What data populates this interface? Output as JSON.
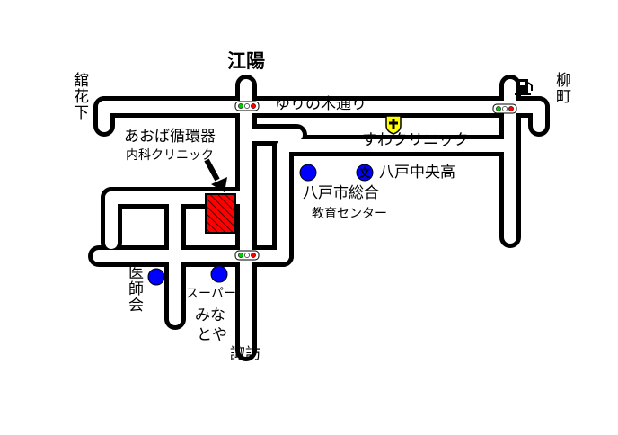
{
  "map": {
    "colors": {
      "road_edge": "#000000",
      "road_fill": "#ffffff",
      "target": "#ff0000",
      "landmark": "#0000ff",
      "clinic_mark": "#ffff00",
      "signal_red": "#ff0000",
      "signal_green": "#00cc00"
    },
    "labels": {
      "north": "江陽",
      "top_left": "舘花下",
      "top_right": "柳町",
      "street": "ゆりの木通り",
      "suwa_clinic": "すわクリニック",
      "target_line1": "あおば循環器",
      "target_line2": "内科クリニック",
      "school": "八戸中央高",
      "center_line1": "八戸市総合",
      "center_line2": "教育センター",
      "medical_assoc": "医師会",
      "super_line1": "スーパー",
      "super_line2": "みな",
      "super_line3": "とや",
      "south": "諏訪"
    },
    "icons": {
      "gas_station": "gas-station-icon",
      "clinic": "clinic-cross-icon",
      "school": "school-icon",
      "landmark": "landmark-dot-icon",
      "arrow": "arrow-down-icon",
      "signal": "traffic-signal-icon"
    }
  }
}
